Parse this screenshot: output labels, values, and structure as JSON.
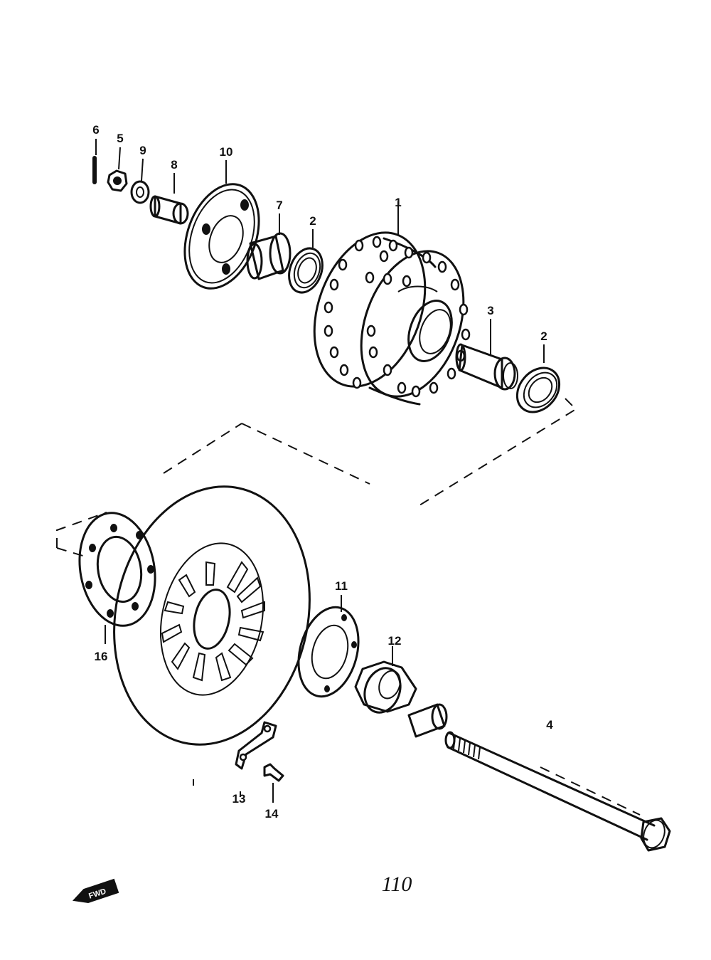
{
  "diagram": {
    "callouts": {
      "p6": "6",
      "p5": "5",
      "p9": "9",
      "p8": "8",
      "p10": "10",
      "p7": "7",
      "p2a": "2",
      "p1": "1",
      "p3": "3",
      "p2b": "2",
      "p11": "11",
      "p12": "12",
      "p16": "16",
      "p4": "4",
      "p13": "13",
      "p14": "14"
    },
    "page_number": "110",
    "forward_indicator": "FWD"
  }
}
